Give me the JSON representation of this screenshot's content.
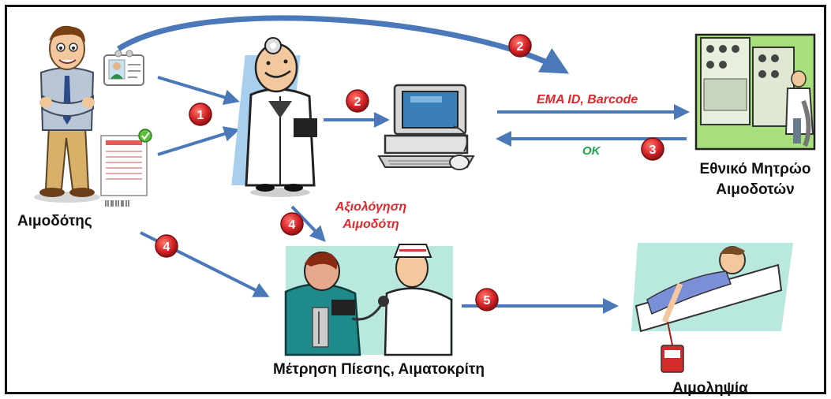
{
  "labels": {
    "donor": "Αιμοδότης",
    "registry_line1": "Εθνικό Μητρώο",
    "registry_line2": "Αιμοδοτών",
    "evaluation_line1": "Αξιολόγηση",
    "evaluation_line2": "Αιμοδότη",
    "ema_barcode": "EMA ID, Barcode",
    "ok": "OK",
    "pressure": "Μέτρηση Πίεσης, Αιματοκρίτη",
    "collection": "Αιμοληψία"
  },
  "steps": {
    "s1": "1",
    "s2a": "2",
    "s2b": "2",
    "s3": "3",
    "s4a": "4",
    "s4b": "4",
    "s5": "5"
  },
  "colors": {
    "arrow": "#4a78b8",
    "badge": "#d9262a",
    "label_red": "#e3262b",
    "label_green": "#1aa64a",
    "panel": "#b9e8df"
  },
  "icons": [
    "donor-person-icon",
    "id-card-icon",
    "form-document-icon",
    "doctor-icon",
    "computer-icon",
    "registry-server-icon",
    "nurse-pressure-icon",
    "blood-collection-icon"
  ]
}
